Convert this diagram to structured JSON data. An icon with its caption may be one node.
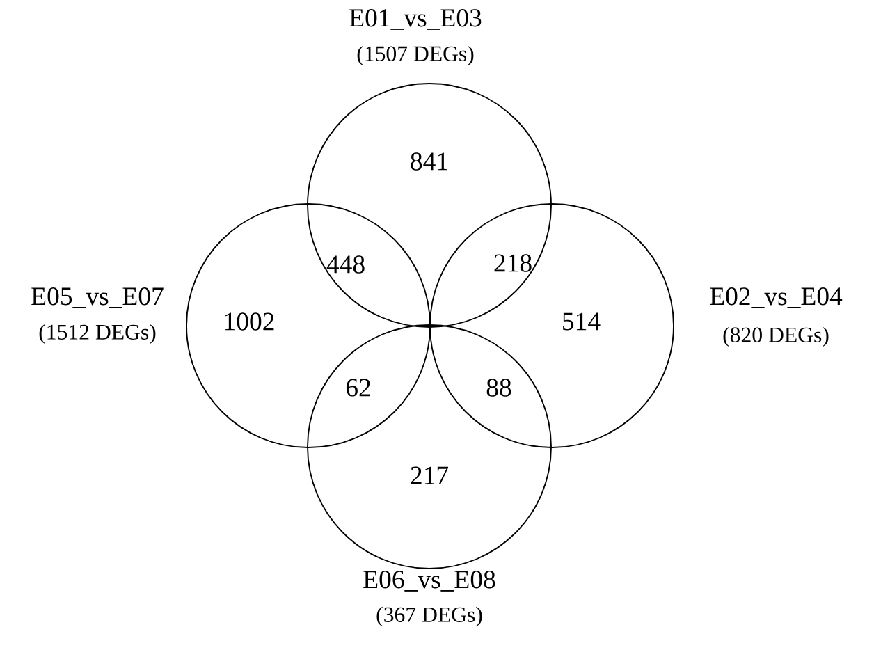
{
  "diagram": {
    "nodes": [
      {
        "text": [
          "E01_vs_E03",
          "(1507 DEGs)"
        ]
      },
      {
        "text": [
          "E05_vs_E07",
          "(1512 DEGs)"
        ]
      },
      {
        "text": [
          "E02_vs_E04",
          "(820 DEGs)"
        ]
      },
      {
        "text": [
          "E06_vs_E08",
          "(367 DEGs)"
        ]
      }
    ],
    "labels": [
      "841",
      "448",
      "218",
      "1002",
      "514",
      "62",
      "88",
      "217"
    ]
  }
}
